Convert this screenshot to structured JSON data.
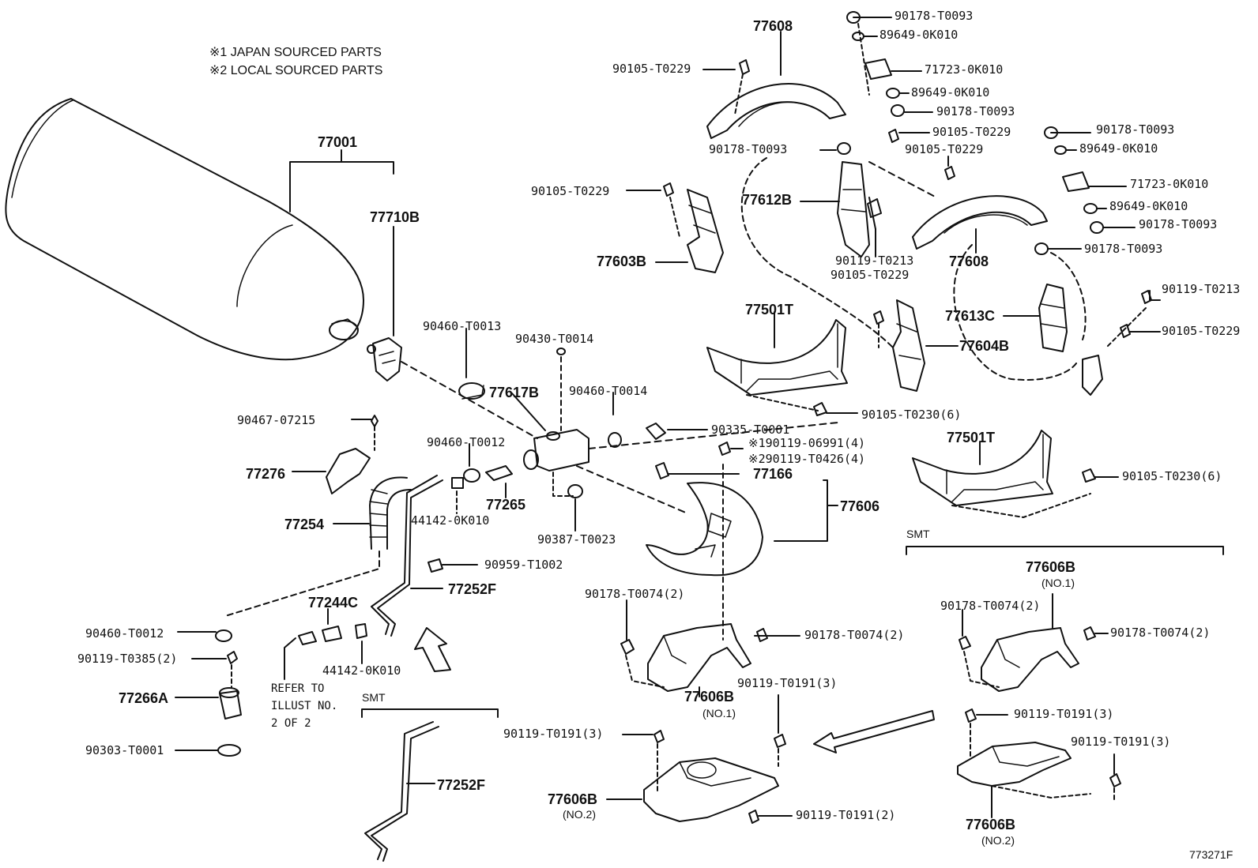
{
  "notes": [
    "※1 JAPAN SOURCED PARTS",
    "※2 LOCAL SOURCED PARTS"
  ],
  "figure_id": "773271F",
  "smt": "SMT",
  "refer": [
    "REFER TO",
    "ILLUST NO.",
    "2 OF 2"
  ],
  "labels": {
    "p77608_top": "77608",
    "p90178_a": "90178-T0093",
    "p89649_a": "89649-0K010",
    "p71723_a": "71723-0K010",
    "p89649_b": "89649-0K010",
    "p90178_b": "90178-T0093",
    "p90105_a": "90105-T0229",
    "p90105_b": "90105-T0229",
    "p90178_c": "90178-T0093",
    "p90105_c": "90105-T0229",
    "p90178_d": "90178-T0093",
    "p89649_c": "89649-0K010",
    "p71723_b": "71723-0K010",
    "p89649_d": "89649-0K010",
    "p90178_e": "90178-T0093",
    "p90105_d": "90105-T0229",
    "p77612B": "77612B",
    "p77603B": "77603B",
    "p90119_a": "90119-T0213",
    "p90105_e": "90105-T0229",
    "p77608_mid": "77608",
    "p90178_f": "90178-T0093",
    "p90119_b": "90119-T0213",
    "p77613C": "77613C",
    "p90105_f": "90105-T0229",
    "p77604B": "77604B",
    "p77501T_a": "77501T",
    "p90105_g": "90105-T0230(6)",
    "p77501T_b": "77501T",
    "p90105_h": "90105-T0230(6)",
    "p77001": "77001",
    "p77710B": "77710B",
    "p90460_a": "90460-T0013",
    "p90430": "90430-T0014",
    "p77617B": "77617B",
    "p90460_b": "90460-T0014",
    "p90467": "90467-07215",
    "p90335": "90335-T0001",
    "p90460_c": "90460-T0012",
    "p90119_c": "※190119-06991(4)",
    "p90119_d": "※290119-T0426(4)",
    "p77276": "77276",
    "p77166": "77166",
    "p77606": "77606",
    "p77265": "77265",
    "p77254": "77254",
    "p44142_a": "44142-0K010",
    "p90387": "90387-T0023",
    "p90959": "90959-T1002",
    "p77252F_a": "77252F",
    "p77244C": "77244C",
    "p90460_d": "90460-T0012",
    "p90119_e": "90119-T0385(2)",
    "p44142_b": "44142-0K010",
    "p77266A": "77266A",
    "p90303": "90303-T0001",
    "p77252F_b": "77252F",
    "p90178_g": "90178-T0074(2)",
    "p90178_h": "90178-T0074(2)",
    "p77606B_a": "77606B",
    "p77606B_a_no": "(NO.1)",
    "p90119_f": "90119-T0191(3)",
    "p90119_g": "90119-T0191(3)",
    "p77606B_b": "77606B",
    "p77606B_b_no": "(NO.2)",
    "p90119_h": "90119-T0191(2)",
    "p77606B_c": "77606B",
    "p77606B_c_no": "(NO.1)",
    "p90178_i": "90178-T0074(2)",
    "p90178_j": "90178-T0074(2)",
    "p90119_i": "90119-T0191(3)",
    "p90119_j": "90119-T0191(3)",
    "p77606B_d": "77606B",
    "p77606B_d_no": "(NO.2)"
  }
}
